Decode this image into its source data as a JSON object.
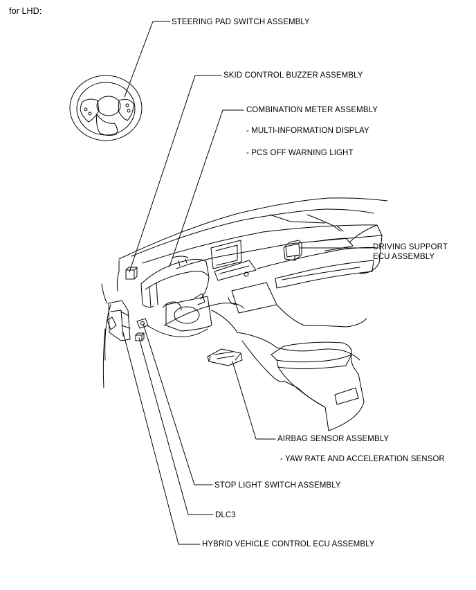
{
  "header": {
    "variant": "for LHD:"
  },
  "labels": {
    "steering_pad": "STEERING PAD SWITCH ASSEMBLY",
    "skid_buzzer": "SKID CONTROL BUZZER ASSEMBLY",
    "combination_meter": "COMBINATION METER ASSEMBLY",
    "multi_info_display": "- MULTI-INFORMATION DISPLAY",
    "pcs_off_light": "- PCS OFF WARNING LIGHT",
    "driving_support_ecu_line1": "DRIVING SUPPORT",
    "driving_support_ecu_line2": "ECU ASSEMBLY",
    "airbag_sensor": "AIRBAG SENSOR ASSEMBLY",
    "yaw_rate_sensor": "- YAW RATE AND ACCELERATION SENSOR",
    "stop_light_switch": "STOP LIGHT SWITCH ASSEMBLY",
    "dlc3": "DLC3",
    "hybrid_ecu": "HYBRID VEHICLE CONTROL ECU ASSEMBLY"
  }
}
